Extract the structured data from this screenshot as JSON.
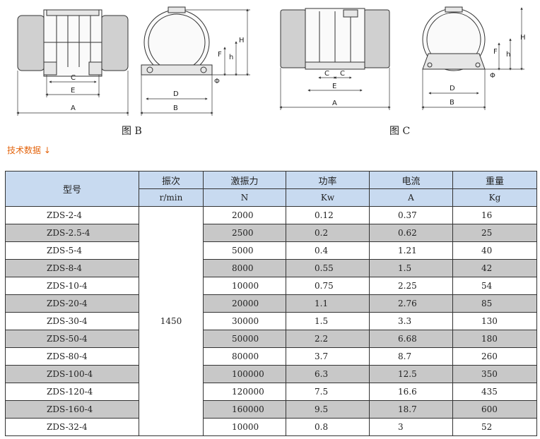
{
  "figures": {
    "fig_b_caption": "图 B",
    "fig_c_caption": "图 C",
    "dimension_labels": {
      "A": "A",
      "B": "B",
      "C": "C",
      "D": "D",
      "E": "E",
      "F": "F",
      "H": "H",
      "h": "h",
      "phi": "Φ"
    }
  },
  "section_link": "技术数据 ↓",
  "table": {
    "headers": {
      "model": "型号",
      "freq": "振次",
      "force": "激振力",
      "power": "功率",
      "current": "电流",
      "weight": "重量"
    },
    "units": {
      "freq": "r/min",
      "force": "N",
      "power": "Kw",
      "current": "A",
      "weight": "Kg"
    },
    "shared_frequency": "1450",
    "rows": [
      {
        "model": "ZDS-2-4",
        "force": "2000",
        "power": "0.12",
        "current": "0.37",
        "weight": "16"
      },
      {
        "model": "ZDS-2.5-4",
        "force": "2500",
        "power": "0.2",
        "current": "0.62",
        "weight": "25"
      },
      {
        "model": "ZDS-5-4",
        "force": "5000",
        "power": "0.4",
        "current": "1.21",
        "weight": "40"
      },
      {
        "model": "ZDS-8-4",
        "force": "8000",
        "power": "0.55",
        "current": "1.5",
        "weight": "42"
      },
      {
        "model": "ZDS-10-4",
        "force": "10000",
        "power": "0.75",
        "current": "2.25",
        "weight": "54"
      },
      {
        "model": "ZDS-20-4",
        "force": "20000",
        "power": "1.1",
        "current": "2.76",
        "weight": "85"
      },
      {
        "model": "ZDS-30-4",
        "force": "30000",
        "power": "1.5",
        "current": "3.3",
        "weight": "130"
      },
      {
        "model": "ZDS-50-4",
        "force": "50000",
        "power": "2.2",
        "current": "6.68",
        "weight": "180"
      },
      {
        "model": "ZDS-80-4",
        "force": "80000",
        "power": "3.7",
        "current": "8.7",
        "weight": "260"
      },
      {
        "model": "ZDS-100-4",
        "force": "100000",
        "power": "6.3",
        "current": "12.5",
        "weight": "350"
      },
      {
        "model": "ZDS-120-4",
        "force": "120000",
        "power": "7.5",
        "current": "16.6",
        "weight": "435"
      },
      {
        "model": "ZDS-160-4",
        "force": "160000",
        "power": "9.5",
        "current": "18.7",
        "weight": "600"
      },
      {
        "model": "ZDS-32-4",
        "force": "10000",
        "power": "0.8",
        "current": "3",
        "weight": "52"
      }
    ]
  }
}
